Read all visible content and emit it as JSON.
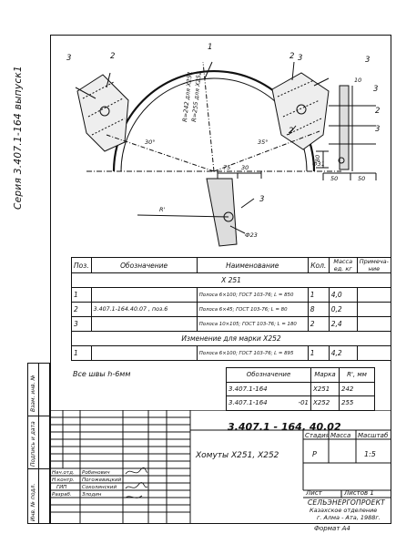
{
  "drawing": {
    "callouts": [
      "1",
      "2",
      "3",
      "2",
      "3",
      "2",
      "3",
      "3",
      "2",
      "3",
      "3"
    ],
    "dims": {
      "r_dim": "R=242 для X251",
      "r_dim2": "R=255 для X252",
      "r_prime": "R'",
      "ang_left": "30°",
      "ang_right": "35°",
      "d75": "75",
      "d30": "30",
      "d80": "80",
      "d50a": "50",
      "d50b": "50",
      "d10": "10",
      "phi31": "Ф31",
      "phi23": "Ф23"
    }
  },
  "series": "Серия 3.407.1-164 выпуск1",
  "side_stamp": [
    "Инв. № подл.",
    "Подпись и дата",
    "Взам. инв. №"
  ],
  "spec_table": {
    "headers": [
      "Поз.",
      "Обозначение",
      "Наименование",
      "Кол.",
      "Масса ед. кг",
      "Примеча- ние"
    ],
    "section1": "X 251",
    "rows1": [
      {
        "pos": "1",
        "code": "",
        "name": "Полоса 6×100; ГОСТ 103-76; L = 850",
        "qty": "1",
        "mass": "4,0",
        "note": ""
      },
      {
        "pos": "2",
        "code": "3.407.1-164.40.07 , поз.6",
        "name": "Полоса 6×45; ГОСТ 103-76; L = 80",
        "qty": "8",
        "mass": "0,2",
        "note": ""
      },
      {
        "pos": "3",
        "code": "",
        "name": "Полоса 10×105; ГОСТ 103-76; L = 180",
        "qty": "2",
        "mass": "2,4",
        "note": ""
      }
    ],
    "section2": "Изменение для марки X252",
    "rows2": [
      {
        "pos": "1",
        "code": "",
        "name": "Полоса 6×100; ГОСТ 103-76; L = 895",
        "qty": "1",
        "mass": "4,2",
        "note": ""
      }
    ]
  },
  "weld_note": "Все швы h-6мм",
  "mark_table": {
    "headers": [
      "Обозначение",
      "Марка",
      "R', мм"
    ],
    "rows": [
      {
        "code": "3.407.1-164",
        "suffix": "",
        "mark": "X251",
        "r": "242"
      },
      {
        "code": "3.407.1-164",
        "suffix": "-01",
        "mark": "X252",
        "r": "255"
      }
    ]
  },
  "title_block": {
    "doc_code": "3.407.1 - 164. 40.02",
    "title": "Хомуты   X251,  X252",
    "stage_hdr": "Стадия",
    "mass_hdr": "Масса",
    "scale_hdr": "Масштаб",
    "stage": "Р",
    "mass": "",
    "scale": "1:5",
    "sheet": "Лист",
    "sheets": "Листов 1",
    "org1": "СЕЛЬЭНЕРГОПРОЕКТ",
    "org2": "Казахское отделение",
    "org3": "г. Алма - Ата, 1988г.",
    "people": [
      {
        "role": "Нач.отд.",
        "name": "Робинович"
      },
      {
        "role": "Н.контр.",
        "name": "Погожевицкий"
      },
      {
        "role": "ГИП",
        "name": "Соколинский"
      },
      {
        "role": "Разраб.",
        "name": "Злодин"
      }
    ],
    "format": "Формат А4"
  }
}
